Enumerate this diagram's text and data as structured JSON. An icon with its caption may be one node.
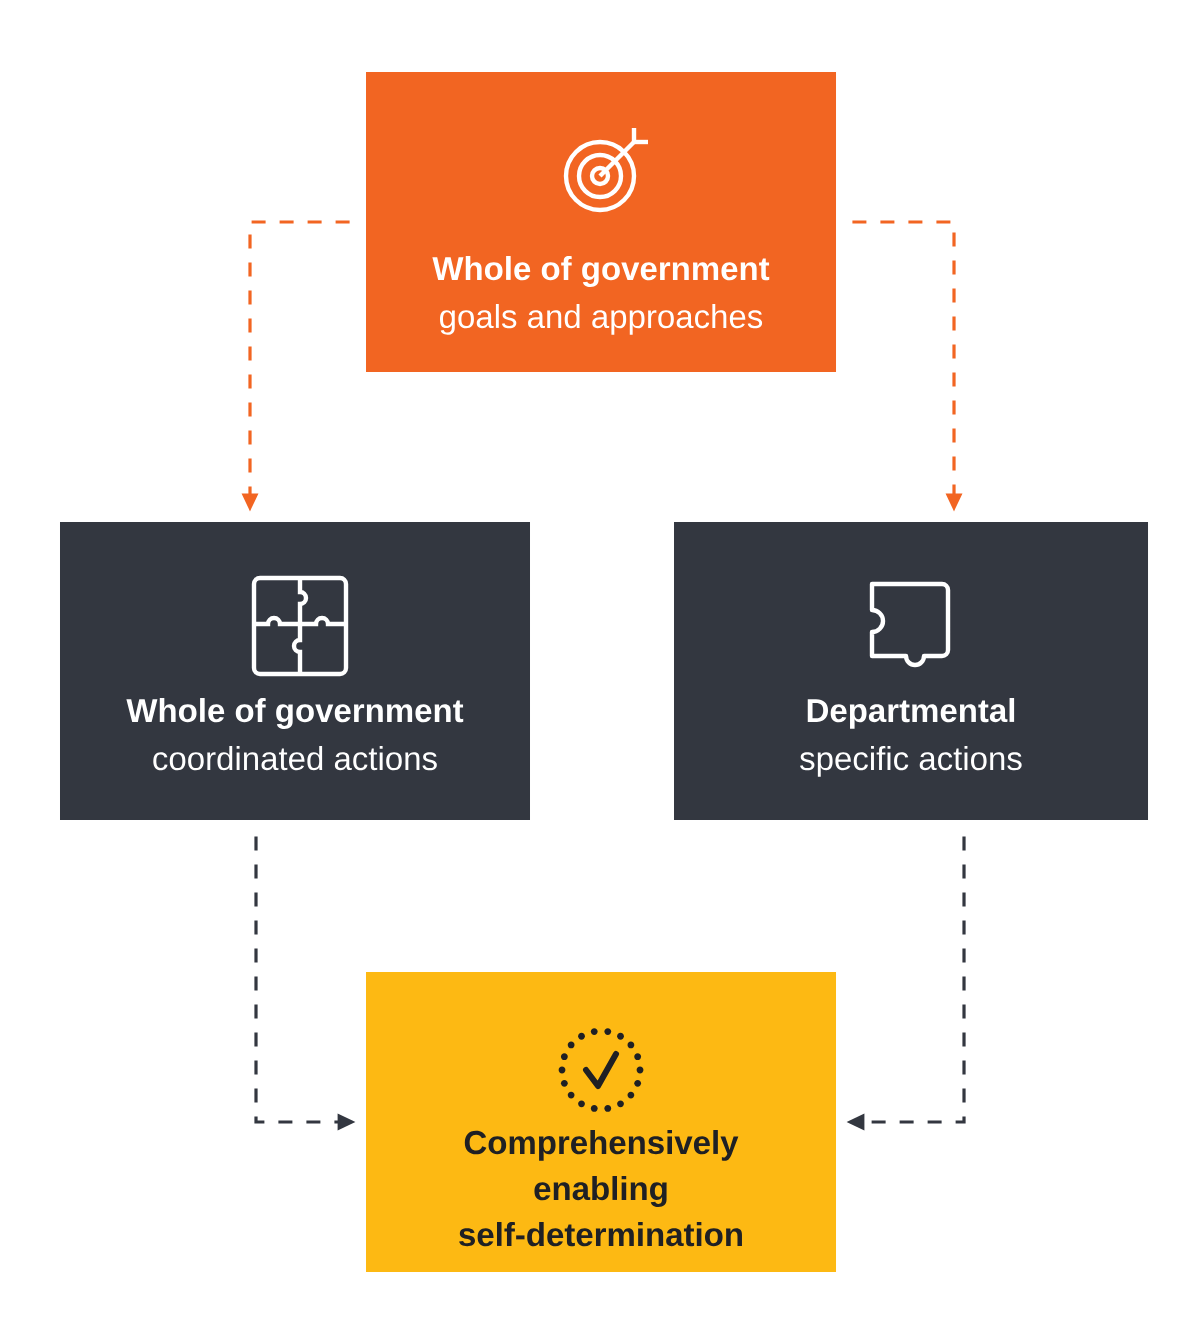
{
  "diagram": {
    "nodes": [
      {
        "text": [
          "Whole of government",
          "goals and approaches"
        ]
      },
      {
        "text": [
          "Whole of government",
          "coordinated actions"
        ]
      },
      {
        "text": [
          "Departmental",
          "specific actions"
        ]
      },
      {
        "text": [
          "Comprehensively enabling self-determination"
        ]
      }
    ],
    "edges": [
      {
        "from": 0,
        "to": 1,
        "arrow": "to",
        "style": "dashed",
        "color": "#f26522"
      },
      {
        "from": 0,
        "to": 2,
        "arrow": "to",
        "style": "dashed",
        "color": "#f26522"
      },
      {
        "from": 1,
        "to": 3,
        "arrow": "to",
        "style": "dashed",
        "color": "#333740"
      },
      {
        "from": 2,
        "to": 3,
        "arrow": "to",
        "style": "dashed",
        "color": "#333740"
      }
    ]
  }
}
